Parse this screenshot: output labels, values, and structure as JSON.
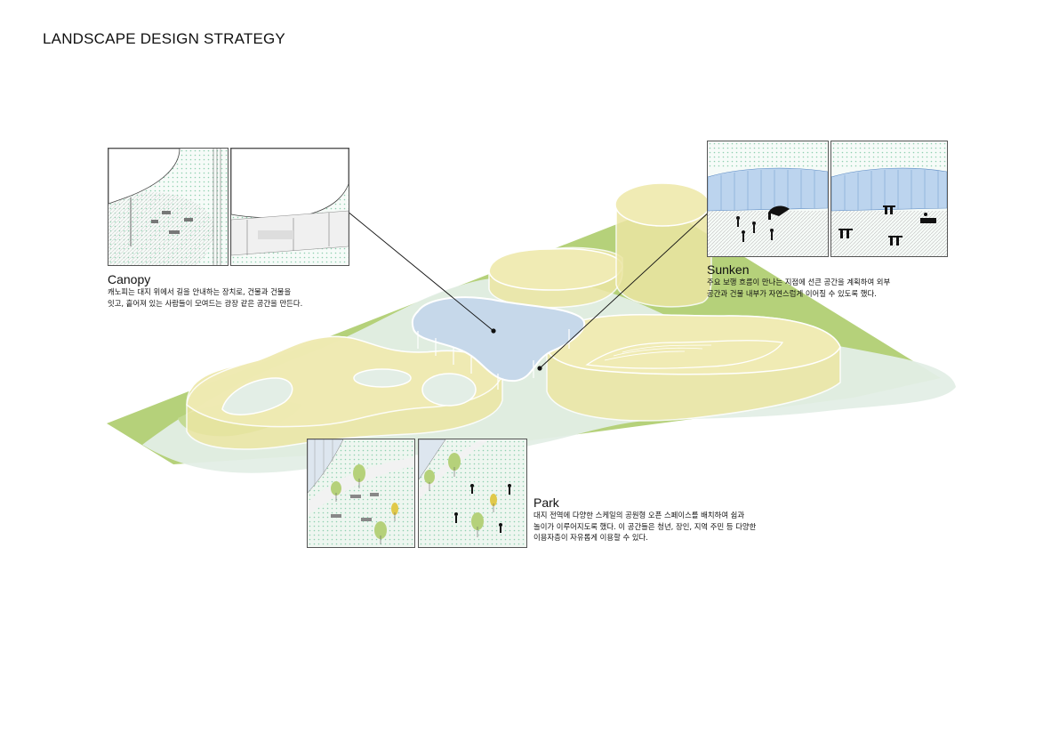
{
  "page": {
    "title": "LANDSCAPE DESIGN STRATEGY"
  },
  "canopy": {
    "title": "Canopy",
    "line1": "캐노피는 대지 위에서 길을 안내하는 장치로, 건물과 건물을",
    "line2": "잇고, 흩어져 있는 사람들이 모여드는 광장 같은 공간을 만든다."
  },
  "sunken": {
    "title": "Sunken",
    "line1": "주요 보행 흐름이 만나는 지점에 선큰 공간을 계획하여 외부",
    "line2": "공간과 건물 내부가 자연스럽게 이어질 수 있도록 했다."
  },
  "park": {
    "title": "Park",
    "line1": "대지 전역에 다양한 스케일의 공원형 오픈 스페이스를 배치하여 쉼과",
    "line2": "놀이가 이루어지도록 했다. 이 공간들은 청년, 장인, 지역 주민 등 다양한",
    "line3": "이용자층이 자유롭게 이용할 수 있다."
  },
  "colors": {
    "grass": "#b5d17a",
    "plaza": "#e4efe7",
    "volume": "#ece6a3",
    "canopy": "#c6d8ea",
    "dots": "#8fd0b0",
    "glass": "#bcd4ee"
  }
}
